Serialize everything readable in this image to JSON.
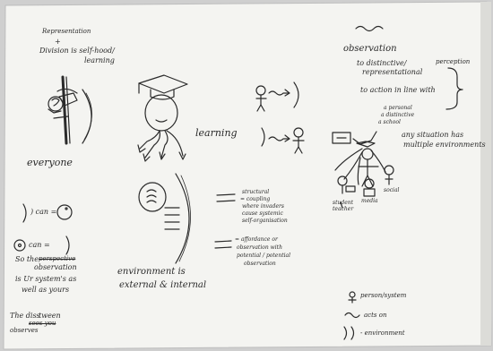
{
  "board": {
    "paper_color": "#f4f4f1",
    "ink_color": "#2a2a2a"
  },
  "labels": {
    "representation": "Representation",
    "plus": "+",
    "division": "Division is self-hood/",
    "learning_line": "learning",
    "everyone": "everyone",
    "can_top": ") can =",
    "can_bottom": "can =",
    "so_the": "So the",
    "perspective": "perspective",
    "observation": "observation",
    "is_systems": "is Ur system's as",
    "well_as_yours": "well as yours",
    "the_diss": "The diss",
    "tween": "tween",
    "sees_you": "sees you",
    "observes": "observes",
    "learning_mid": "learning",
    "env_line1": "environment is",
    "env_line2": "external & internal",
    "structural_list": [
      "structural",
      "= coupling",
      "where invaders",
      "cause systemic",
      "self-organisation"
    ],
    "affordance_list": [
      "= affordance or",
      "observation with",
      "potential / potential",
      "observation"
    ],
    "observation_top": "observation",
    "to_distinctive": "to distinctive/",
    "representational": "representational",
    "perception": "perception",
    "to_action": "to action in line with",
    "bubble_list": [
      "a personal",
      "a distinctive",
      "a school"
    ],
    "any_situation_1": "any situation has",
    "any_situation_2": "multiple environments",
    "student": "student",
    "teacher": "teacher",
    "media": "media",
    "social": "social",
    "legend_person": "person/system",
    "legend_acts": "acts on",
    "legend_env": "- environment"
  }
}
